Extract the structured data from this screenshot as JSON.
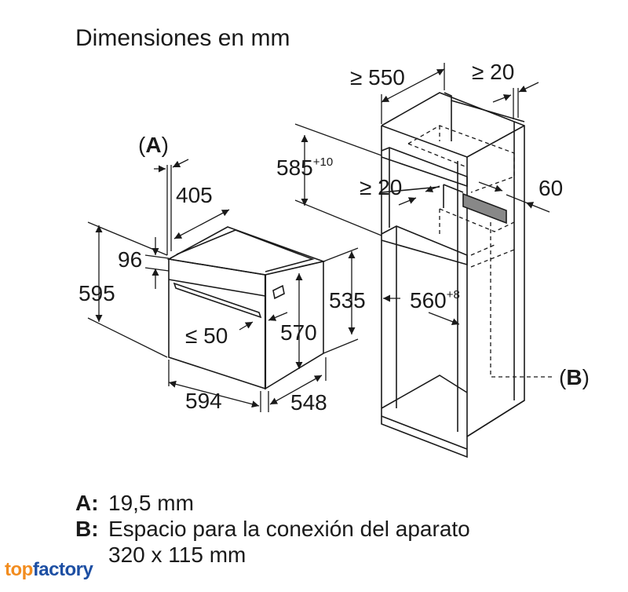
{
  "title": "Dimensiones en mm",
  "labels": {
    "a_marker": "(A)",
    "b_marker": "(B)",
    "a_letter": "A",
    "b_letter": "B",
    "oven_depth_top": "405",
    "oven_top_gap": "96",
    "oven_height": "595",
    "handle_gap": "≤ 50",
    "oven_width": "594",
    "oven_depth": "548",
    "inner_height": "570",
    "side_height": "535",
    "cab_depth": "≥ 550",
    "cab_gap": "≥ 20",
    "niche_height": "585",
    "niche_height_tol": "+10",
    "niche_gap": "≥ 20",
    "vent": "60",
    "niche_width": "560",
    "niche_width_tol": "+8"
  },
  "legend": {
    "a_key": "A:",
    "a_text": "19,5 mm",
    "b_key": "B:",
    "b_text": "Espacio para la conexión del aparato",
    "b_text2": "320 x 115 mm"
  },
  "brand": {
    "part1": "top",
    "part2": "factory"
  },
  "colors": {
    "line": "#1a1a1a",
    "brand_orange": "#f28c1e",
    "brand_blue": "#1d4fa3"
  }
}
